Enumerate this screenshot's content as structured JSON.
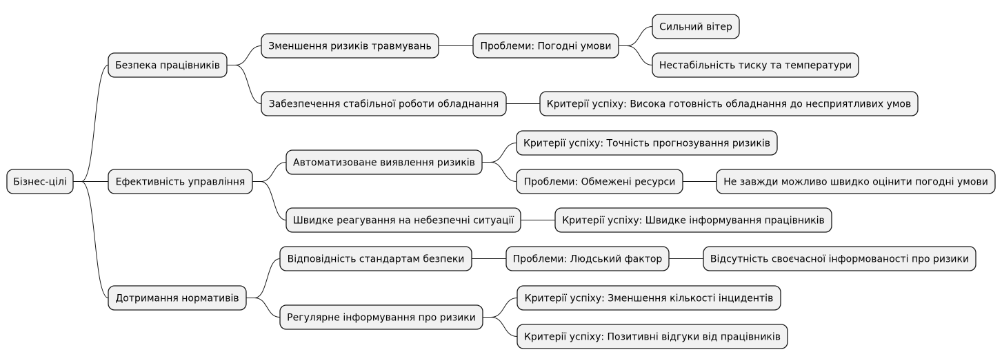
{
  "mindmap": {
    "root": "Бізнес-цілі",
    "branches": [
      {
        "label": "Безпека працівників",
        "children": [
          {
            "label": "Зменшення ризиків травмувань",
            "children": [
              {
                "label": "Проблеми: Погодні умови",
                "children": [
                  {
                    "label": "Сильний вітер"
                  },
                  {
                    "label": "Нестабільність тиску та температури"
                  }
                ]
              }
            ]
          },
          {
            "label": "Забезпечення стабільної роботи обладнання",
            "children": [
              {
                "label": "Критерії успіху: Висока готовність обладнання до несприятливих умов"
              }
            ]
          }
        ]
      },
      {
        "label": "Ефективність управління",
        "children": [
          {
            "label": "Автоматизоване виявлення ризиків",
            "children": [
              {
                "label": "Критерії успіху: Точність прогнозування ризиків"
              },
              {
                "label": "Проблеми: Обмежені ресурси",
                "children": [
                  {
                    "label": "Не завжди можливо швидко оцінити погодні умови"
                  }
                ]
              }
            ]
          },
          {
            "label": "Швидке реагування на небезпечні ситуації",
            "children": [
              {
                "label": "Критерії успіху: Швидке інформування працівників"
              }
            ]
          }
        ]
      },
      {
        "label": "Дотримання нормативів",
        "children": [
          {
            "label": "Відповідність стандартам безпеки",
            "children": [
              {
                "label": "Проблеми: Людський фактор",
                "children": [
                  {
                    "label": "Відсутність своєчасної інформованості про ризики"
                  }
                ]
              }
            ]
          },
          {
            "label": "Регулярне інформування про ризики",
            "children": [
              {
                "label": "Критерії успіху: Зменшення кількості інцидентів"
              },
              {
                "label": "Критерії успіху: Позитивні відгуки від працівників"
              }
            ]
          }
        ]
      }
    ]
  }
}
